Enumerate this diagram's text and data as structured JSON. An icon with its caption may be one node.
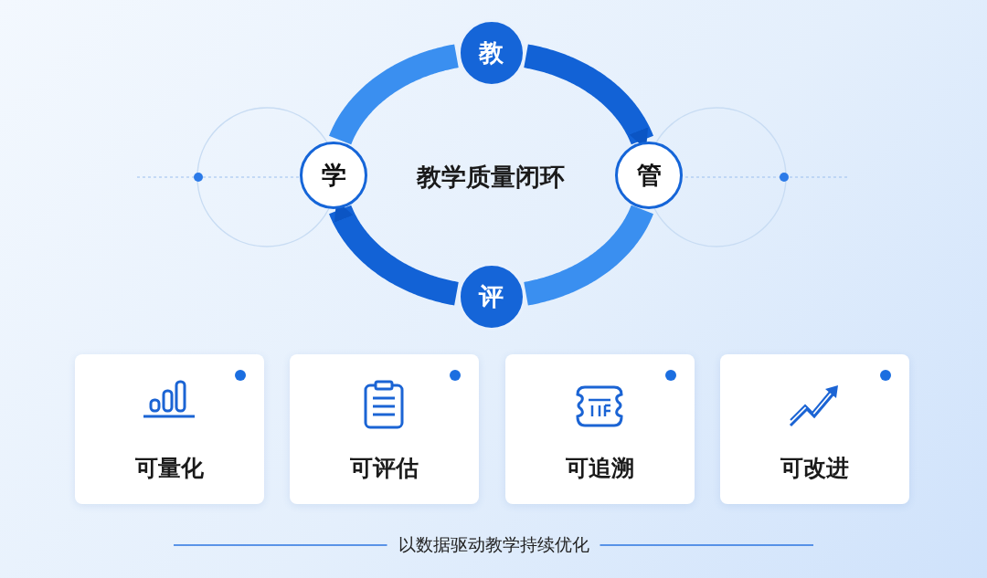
{
  "diagram": {
    "nodes": [
      {
        "text": [
          "教"
        ]
      },
      {
        "text": [
          "管"
        ]
      },
      {
        "text": [
          "评"
        ]
      },
      {
        "text": [
          "学"
        ]
      },
      {
        "text": [
          "可量化"
        ]
      },
      {
        "text": [
          "可评估"
        ]
      },
      {
        "text": [
          "可追溯"
        ]
      },
      {
        "text": [
          "可改进"
        ]
      }
    ],
    "edges": [
      {
        "from": 0,
        "to": 1,
        "arrow": "to"
      },
      {
        "from": 1,
        "to": 2,
        "arrow": "none"
      },
      {
        "from": 2,
        "to": 3,
        "arrow": "to"
      },
      {
        "from": 3,
        "to": 0,
        "arrow": "none"
      }
    ],
    "labels": [
      "教学质量闭环",
      "以数据驱动教学持续优化"
    ]
  }
}
